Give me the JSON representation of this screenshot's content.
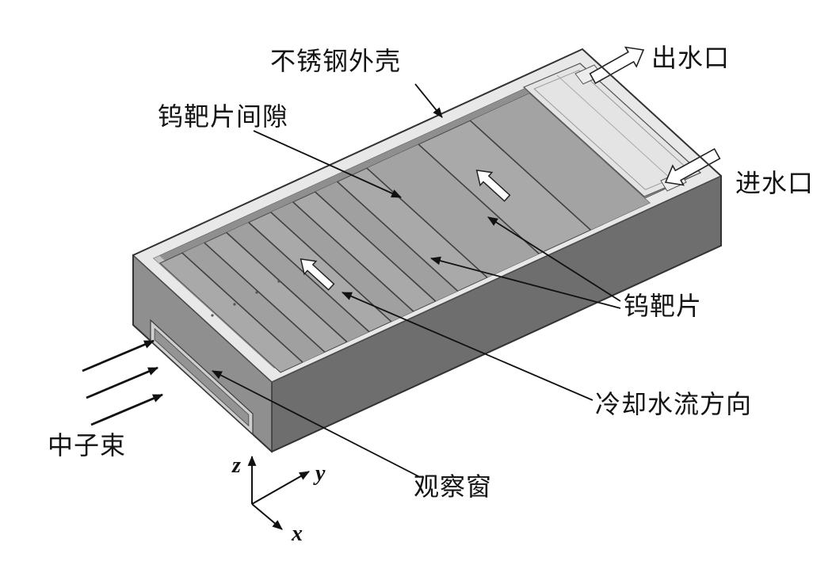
{
  "figure": {
    "labels": {
      "shell": "不锈钢外壳",
      "plate_gap": "钨靶片间隙",
      "water_outlet": "出水口",
      "water_inlet": "进水口",
      "target_plates": "钨靶片",
      "cooling_flow_direction": "冷却水流方向",
      "viewing_window": "观察窗",
      "neutron_beam": "中子束"
    },
    "axes": {
      "x": "x",
      "y": "y",
      "z": "z"
    },
    "colors": {
      "background": "#ffffff",
      "body_side": "#6e6e6e",
      "body_front": "#8f8f8f",
      "rim": "#e8e8e8",
      "cavity": "#9e9e9e",
      "plates": "#a9a9a9",
      "cover": "#e4e4e4",
      "annotation": "#111111"
    }
  }
}
